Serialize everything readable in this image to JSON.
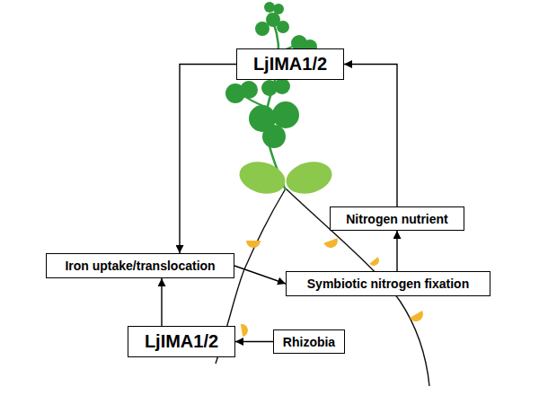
{
  "diagram": {
    "nodes": [
      {
        "text": [
          "LjIMA1/2"
        ]
      },
      {
        "text": [
          "Nitrogen nutrient"
        ]
      },
      {
        "text": [
          "Iron uptake/translocation"
        ]
      },
      {
        "text": [
          "Symbiotic nitrogen fixation"
        ]
      },
      {
        "text": [
          "LjIMA1/2"
        ]
      },
      {
        "text": [
          "Rhizobia"
        ]
      }
    ],
    "edges": [
      {
        "from": 0,
        "to": 2,
        "arrow": "to"
      },
      {
        "from": 1,
        "to": 0,
        "arrow": "to"
      },
      {
        "from": 3,
        "to": 1,
        "arrow": "to"
      },
      {
        "from": 2,
        "to": 3,
        "arrow": "to"
      },
      {
        "from": 4,
        "to": 2,
        "arrow": "to"
      },
      {
        "from": 5,
        "to": 4,
        "arrow": "to"
      }
    ]
  }
}
